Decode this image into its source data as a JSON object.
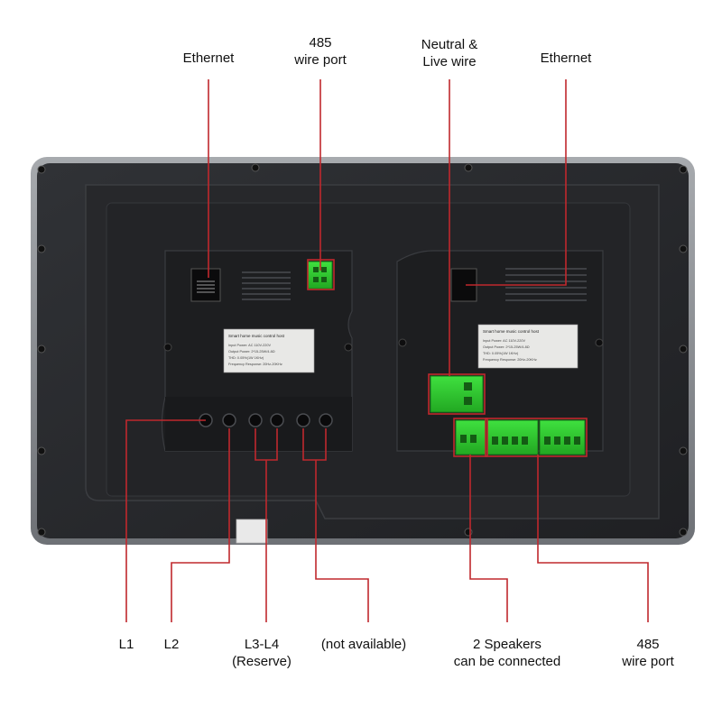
{
  "labels": {
    "top": {
      "ethernet_left": "Ethernet",
      "port485_line1": "485",
      "port485_line2": "wire port",
      "neutral_line1": "Neutral &",
      "neutral_line2": "Live wire",
      "ethernet_right": "Ethernet"
    },
    "bottom": {
      "l1": "L1",
      "l2": "L2",
      "l34_line1": "L3-L4",
      "l34_line2": "(Reserve)",
      "na": "(not available)",
      "speakers_line1": "2 Speakers",
      "speakers_line2": "can be connected",
      "port485_line1": "485",
      "port485_line2": "wire port"
    }
  },
  "device": {
    "sticker_left": {
      "title": "Smart home music control host",
      "lines": [
        "Input Power: AC 110V-220V",
        "Output Power: 2*15-25W/4-8Ω",
        "THD: 0.05%(1W 1KHz)",
        "Frequency Response: 20Hz-20KHz"
      ]
    },
    "sticker_right": {
      "title": "Smart home music control host",
      "lines": [
        "Input Power: AC 110V-220V",
        "Output Power: 2*15-25W/4-8Ω",
        "THD: 0.05%(1W 1KHz)",
        "Frequency Response: 20Hz-20KHz"
      ]
    }
  },
  "colors": {
    "callout": "#c0282d",
    "terminal": "#2ec82e",
    "panel": "#2a2b2f",
    "frame": "#8c8f94"
  }
}
